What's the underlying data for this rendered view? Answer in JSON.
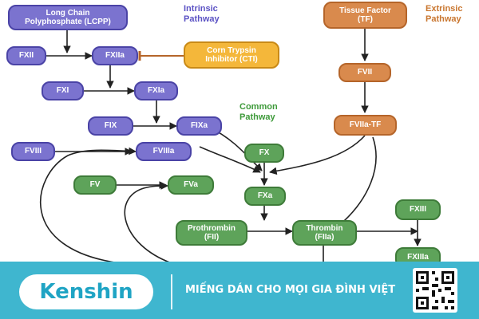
{
  "labels": {
    "intrinsic": "Intrinsic\nPathway",
    "extrinsic": "Extrinsic\nPathway",
    "common": "Common\nPathway"
  },
  "nodes": {
    "lcpp": "Long Chain\nPolyphosphate (LCPP)",
    "fxii": "FXII",
    "fxiia": "FXIIa",
    "cti": "Corn Trypsin\nInhibitor (CTI)",
    "fxi": "FXI",
    "fxia": "FXIa",
    "fix": "FIX",
    "fixa": "FIXa",
    "fviii": "FVIII",
    "fviiia": "FVIIIa",
    "fv": "FV",
    "fva": "FVa",
    "tf": "Tissue Factor\n(TF)",
    "fvii": "FVII",
    "fviia_tf": "FVIIa-TF",
    "fx": "FX",
    "fxa": "FXa",
    "prothrombin": "Prothrombin\n(FII)",
    "thrombin": "Thrombin\n(FIIa)",
    "fxiii": "FXIII",
    "fxiiia": "FXIIIa"
  },
  "colors": {
    "intrinsic": "#5b52c4",
    "extrinsic": "#c9762f",
    "common": "#3e9a3a",
    "footer_bg": "#3fb6cf",
    "brand": "#1fa4c4"
  },
  "footer": {
    "brand": "Kenshin",
    "slogan": "MIẾNG DÁN CHO MỌI GIA ĐÌNH VIỆT",
    "qr_icon": "qr-code-icon"
  }
}
